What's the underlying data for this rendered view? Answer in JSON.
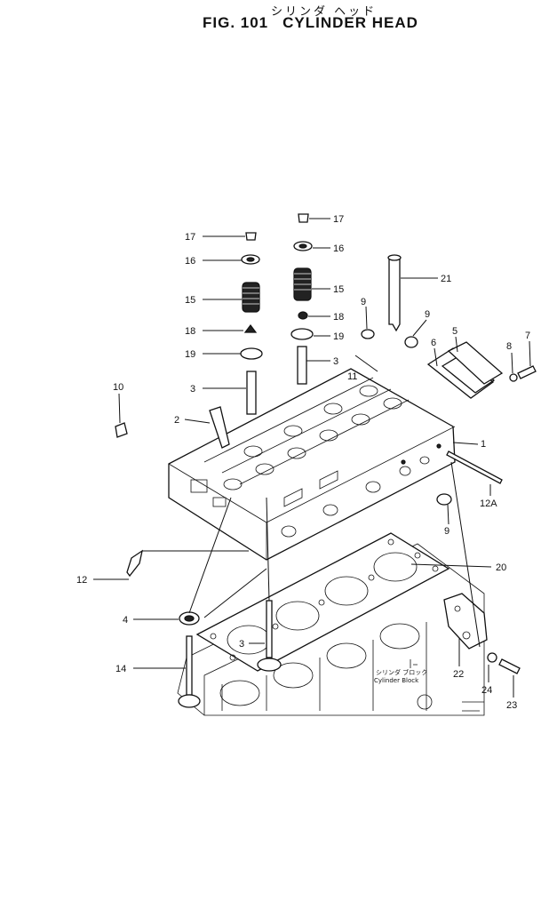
{
  "header": {
    "japanese_title": "シリンダ ヘッド",
    "fig_number": "FIG. 101",
    "title": "CYLINDER HEAD"
  },
  "annotation": {
    "japanese": "シリンダ ブロック",
    "english": "Cylinder Block"
  },
  "callouts": [
    {
      "id": "c17a",
      "text": "17"
    },
    {
      "id": "c16a",
      "text": "16"
    },
    {
      "id": "c15a",
      "text": "15"
    },
    {
      "id": "c18a",
      "text": "18"
    },
    {
      "id": "c19a",
      "text": "19"
    },
    {
      "id": "c3a",
      "text": "3"
    },
    {
      "id": "c10",
      "text": "10"
    },
    {
      "id": "c2",
      "text": "2"
    },
    {
      "id": "c17b",
      "text": "17"
    },
    {
      "id": "c16b",
      "text": "16"
    },
    {
      "id": "c15b",
      "text": "15"
    },
    {
      "id": "c18b",
      "text": "18"
    },
    {
      "id": "c19b",
      "text": "19"
    },
    {
      "id": "c3b",
      "text": "3"
    },
    {
      "id": "c11",
      "text": "11"
    },
    {
      "id": "c9a",
      "text": "9"
    },
    {
      "id": "c9b",
      "text": "9"
    },
    {
      "id": "c21",
      "text": "21"
    },
    {
      "id": "c6",
      "text": "6"
    },
    {
      "id": "c5",
      "text": "5"
    },
    {
      "id": "c8",
      "text": "8"
    },
    {
      "id": "c7",
      "text": "7"
    },
    {
      "id": "c1",
      "text": "1"
    },
    {
      "id": "c12a",
      "text": "12A"
    },
    {
      "id": "c9c",
      "text": "9"
    },
    {
      "id": "c12",
      "text": "12"
    },
    {
      "id": "c20",
      "text": "20"
    },
    {
      "id": "c4",
      "text": "4"
    },
    {
      "id": "c3c",
      "text": "3"
    },
    {
      "id": "c14",
      "text": "14"
    },
    {
      "id": "c22",
      "text": "22"
    },
    {
      "id": "c24",
      "text": "24"
    },
    {
      "id": "c23",
      "text": "23"
    }
  ]
}
